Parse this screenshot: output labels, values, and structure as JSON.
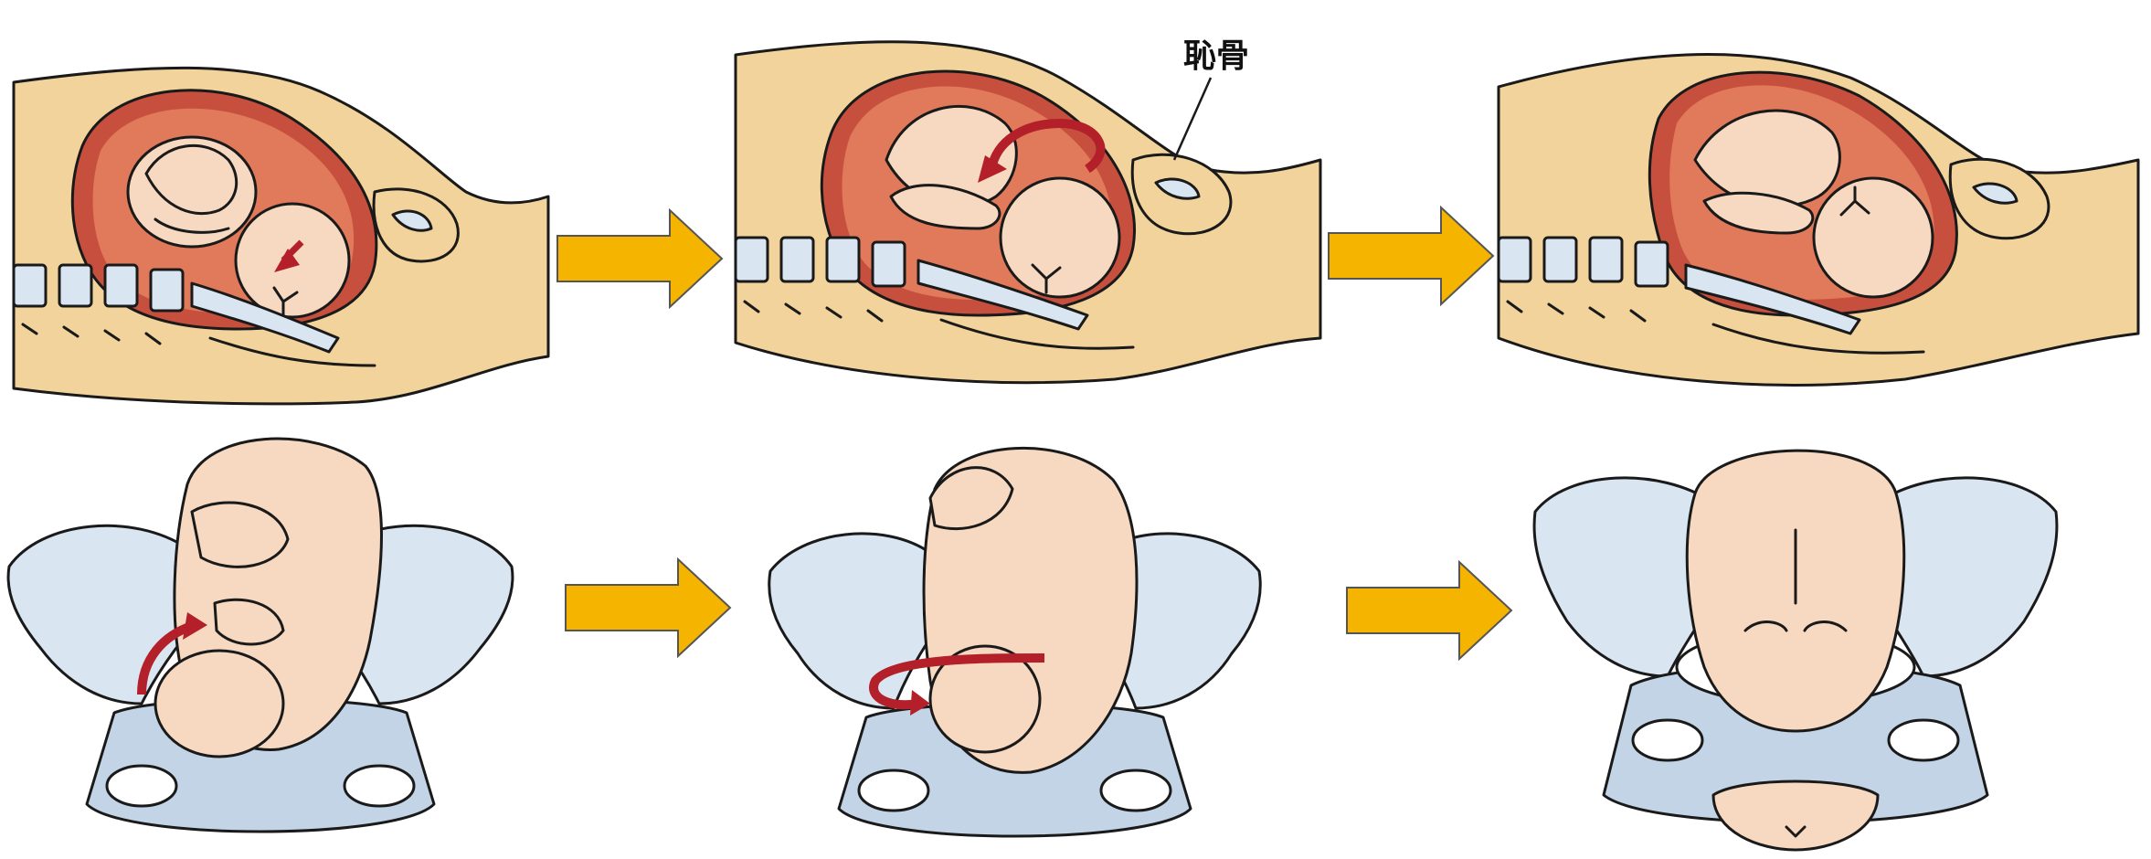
{
  "panels": {
    "top": [
      {
        "id": "sagittal-1"
      },
      {
        "id": "sagittal-2",
        "label": "恥骨"
      },
      {
        "id": "sagittal-3"
      }
    ],
    "bottom": [
      {
        "id": "pelvis-1"
      },
      {
        "id": "pelvis-2"
      },
      {
        "id": "pelvis-3"
      }
    ]
  },
  "colors": {
    "skin": "#f2d39b",
    "skin_shade": "#e3bd7c",
    "uterus_outer": "#c6503d",
    "uterus_inner": "#e07a5a",
    "fetus": "#f6d9c0",
    "bone": "#d9e6f2",
    "bone_dark": "#c2d4e6",
    "rotation_arrow": "#b3202a",
    "flow_arrow": "#f5b400",
    "flow_arrow_stroke": "#555555"
  },
  "icons": {
    "flow_arrow": "right-arrow-icon",
    "rotation_arrow": "curved-arrow-icon"
  }
}
